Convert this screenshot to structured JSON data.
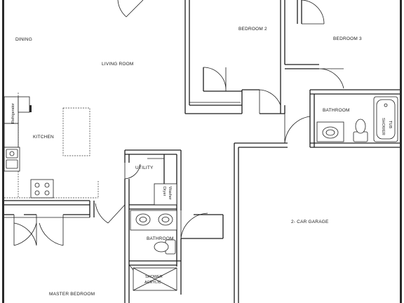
{
  "plan": {
    "rooms": {
      "dining": "DINING",
      "living_room": "LIVING ROOM",
      "bedroom_2": "BEDROOM 2",
      "bedroom_3": "BEDROOM 3",
      "kitchen": "KITCHEN",
      "utility": "UTILITY",
      "bathroom_hall": "BATHROOM",
      "bathroom_master": "BATHROOM",
      "garage": "2- CAR GARAGE",
      "master_bedroom": "MASTER BEDROOM"
    },
    "fixtures": {
      "refrigerator": "Refrigerator",
      "shower_tub_line1": "SHOWER",
      "shower_tub_line2": "TUB",
      "dryer": "Dryer",
      "washer": "Washer",
      "shower_acrylic_line1": "SHOWER",
      "shower_acrylic_line2": "ACRYLIC"
    }
  }
}
